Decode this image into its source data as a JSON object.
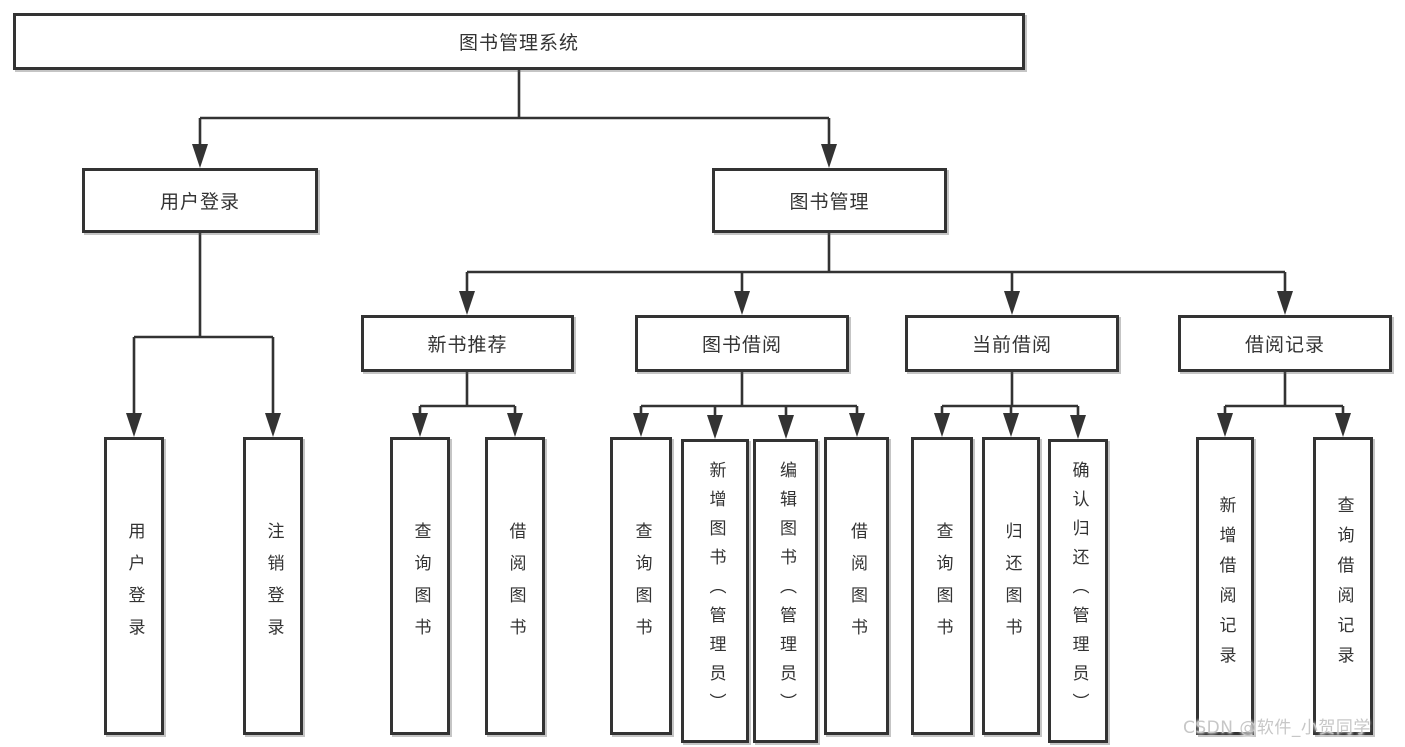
{
  "diagram": {
    "root": {
      "label": "图书管理系统"
    },
    "branches": [
      {
        "label": "用户登录",
        "children": [
          {
            "label": "用户登录"
          },
          {
            "label": "注销登录"
          }
        ]
      },
      {
        "label": "图书管理",
        "sections": [
          {
            "label": "新书推荐",
            "children": [
              {
                "label": "查询图书"
              },
              {
                "label": "借阅图书"
              }
            ]
          },
          {
            "label": "图书借阅",
            "children": [
              {
                "label": "查询图书"
              },
              {
                "label": "新增图书（管理员）"
              },
              {
                "label": "编辑图书（管理员）"
              },
              {
                "label": "借阅图书"
              }
            ]
          },
          {
            "label": "当前借阅",
            "children": [
              {
                "label": "查询图书"
              },
              {
                "label": "归还图书"
              },
              {
                "label": "确认归还（管理员）"
              }
            ]
          },
          {
            "label": "借阅记录",
            "children": [
              {
                "label": "新增借阅记录"
              },
              {
                "label": "查询借阅记录"
              }
            ]
          }
        ]
      }
    ]
  },
  "watermark": {
    "text": "CSDN @软件_小贺同学"
  },
  "colors": {
    "line": "#333333",
    "box_border": "#333333",
    "text": "#333333",
    "watermark": "#c7c7c7",
    "background": "#ffffff"
  }
}
